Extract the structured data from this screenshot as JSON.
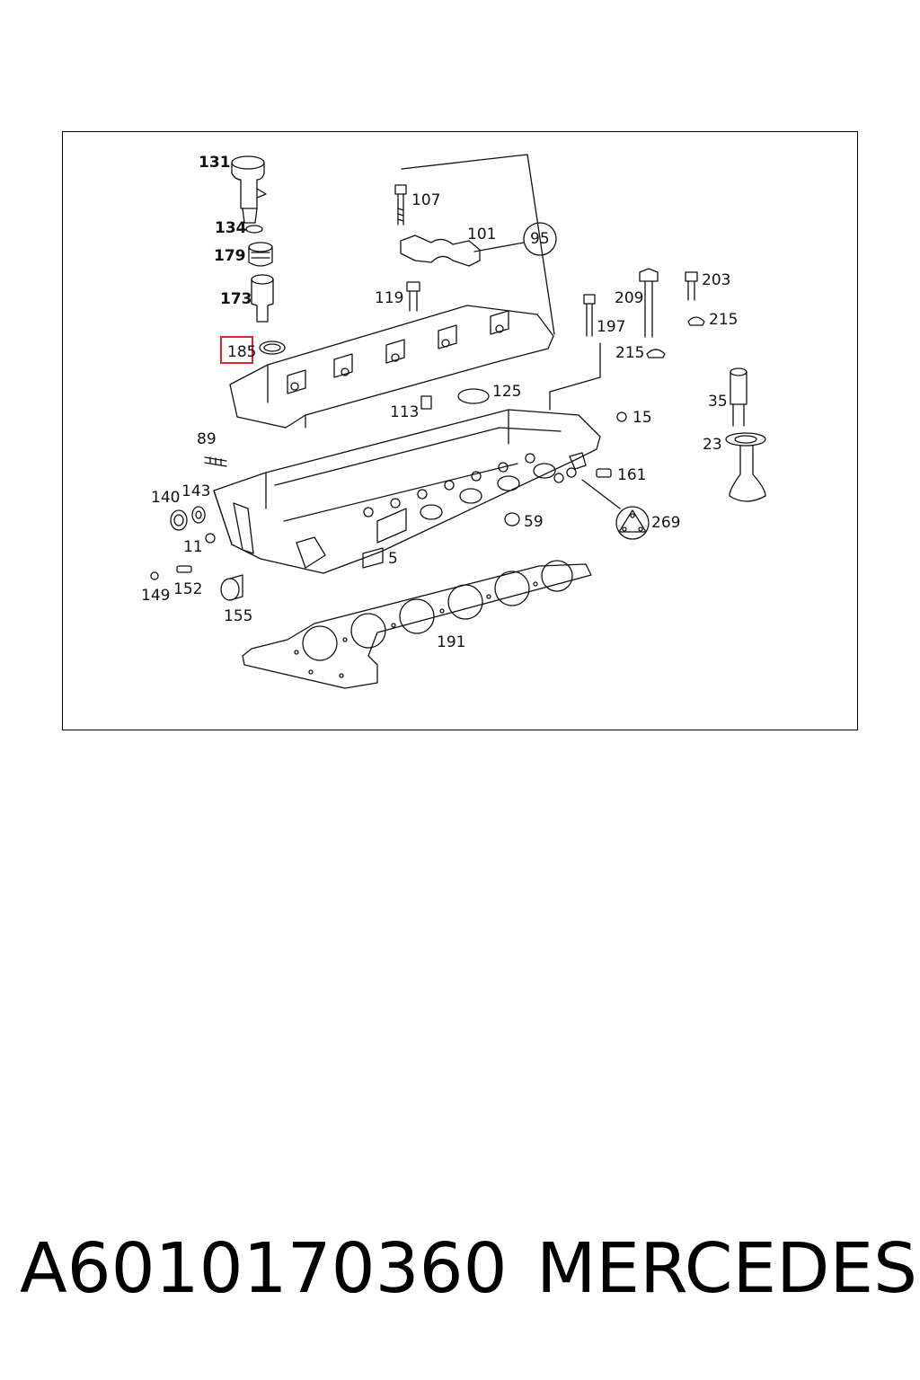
{
  "diagram": {
    "labels": [
      {
        "id": "131",
        "text": "131",
        "bold": true
      },
      {
        "id": "134",
        "text": "134",
        "bold": true
      },
      {
        "id": "179",
        "text": "179",
        "bold": true
      },
      {
        "id": "173",
        "text": "173",
        "bold": true
      },
      {
        "id": "185",
        "text": "185",
        "highlighted": true
      },
      {
        "id": "107",
        "text": "107"
      },
      {
        "id": "101",
        "text": "101"
      },
      {
        "id": "95",
        "text": "95"
      },
      {
        "id": "119",
        "text": "119"
      },
      {
        "id": "125",
        "text": "125"
      },
      {
        "id": "113",
        "text": "113"
      },
      {
        "id": "203",
        "text": "203"
      },
      {
        "id": "209",
        "text": "209"
      },
      {
        "id": "215a",
        "text": "215"
      },
      {
        "id": "197",
        "text": "197"
      },
      {
        "id": "215b",
        "text": "215"
      },
      {
        "id": "35",
        "text": "35"
      },
      {
        "id": "23",
        "text": "23"
      },
      {
        "id": "15",
        "text": "15"
      },
      {
        "id": "89",
        "text": "89"
      },
      {
        "id": "161",
        "text": "161"
      },
      {
        "id": "140",
        "text": "140"
      },
      {
        "id": "143",
        "text": "143"
      },
      {
        "id": "59",
        "text": "59"
      },
      {
        "id": "269",
        "text": "269"
      },
      {
        "id": "11",
        "text": "11"
      },
      {
        "id": "5",
        "text": "5"
      },
      {
        "id": "149",
        "text": "149"
      },
      {
        "id": "152",
        "text": "152"
      },
      {
        "id": "155",
        "text": "155"
      },
      {
        "id": "191",
        "text": "191"
      }
    ],
    "highlight_color": "#e0232e"
  },
  "caption": {
    "part_number": "A6010170360",
    "brand": "MERCEDES"
  }
}
